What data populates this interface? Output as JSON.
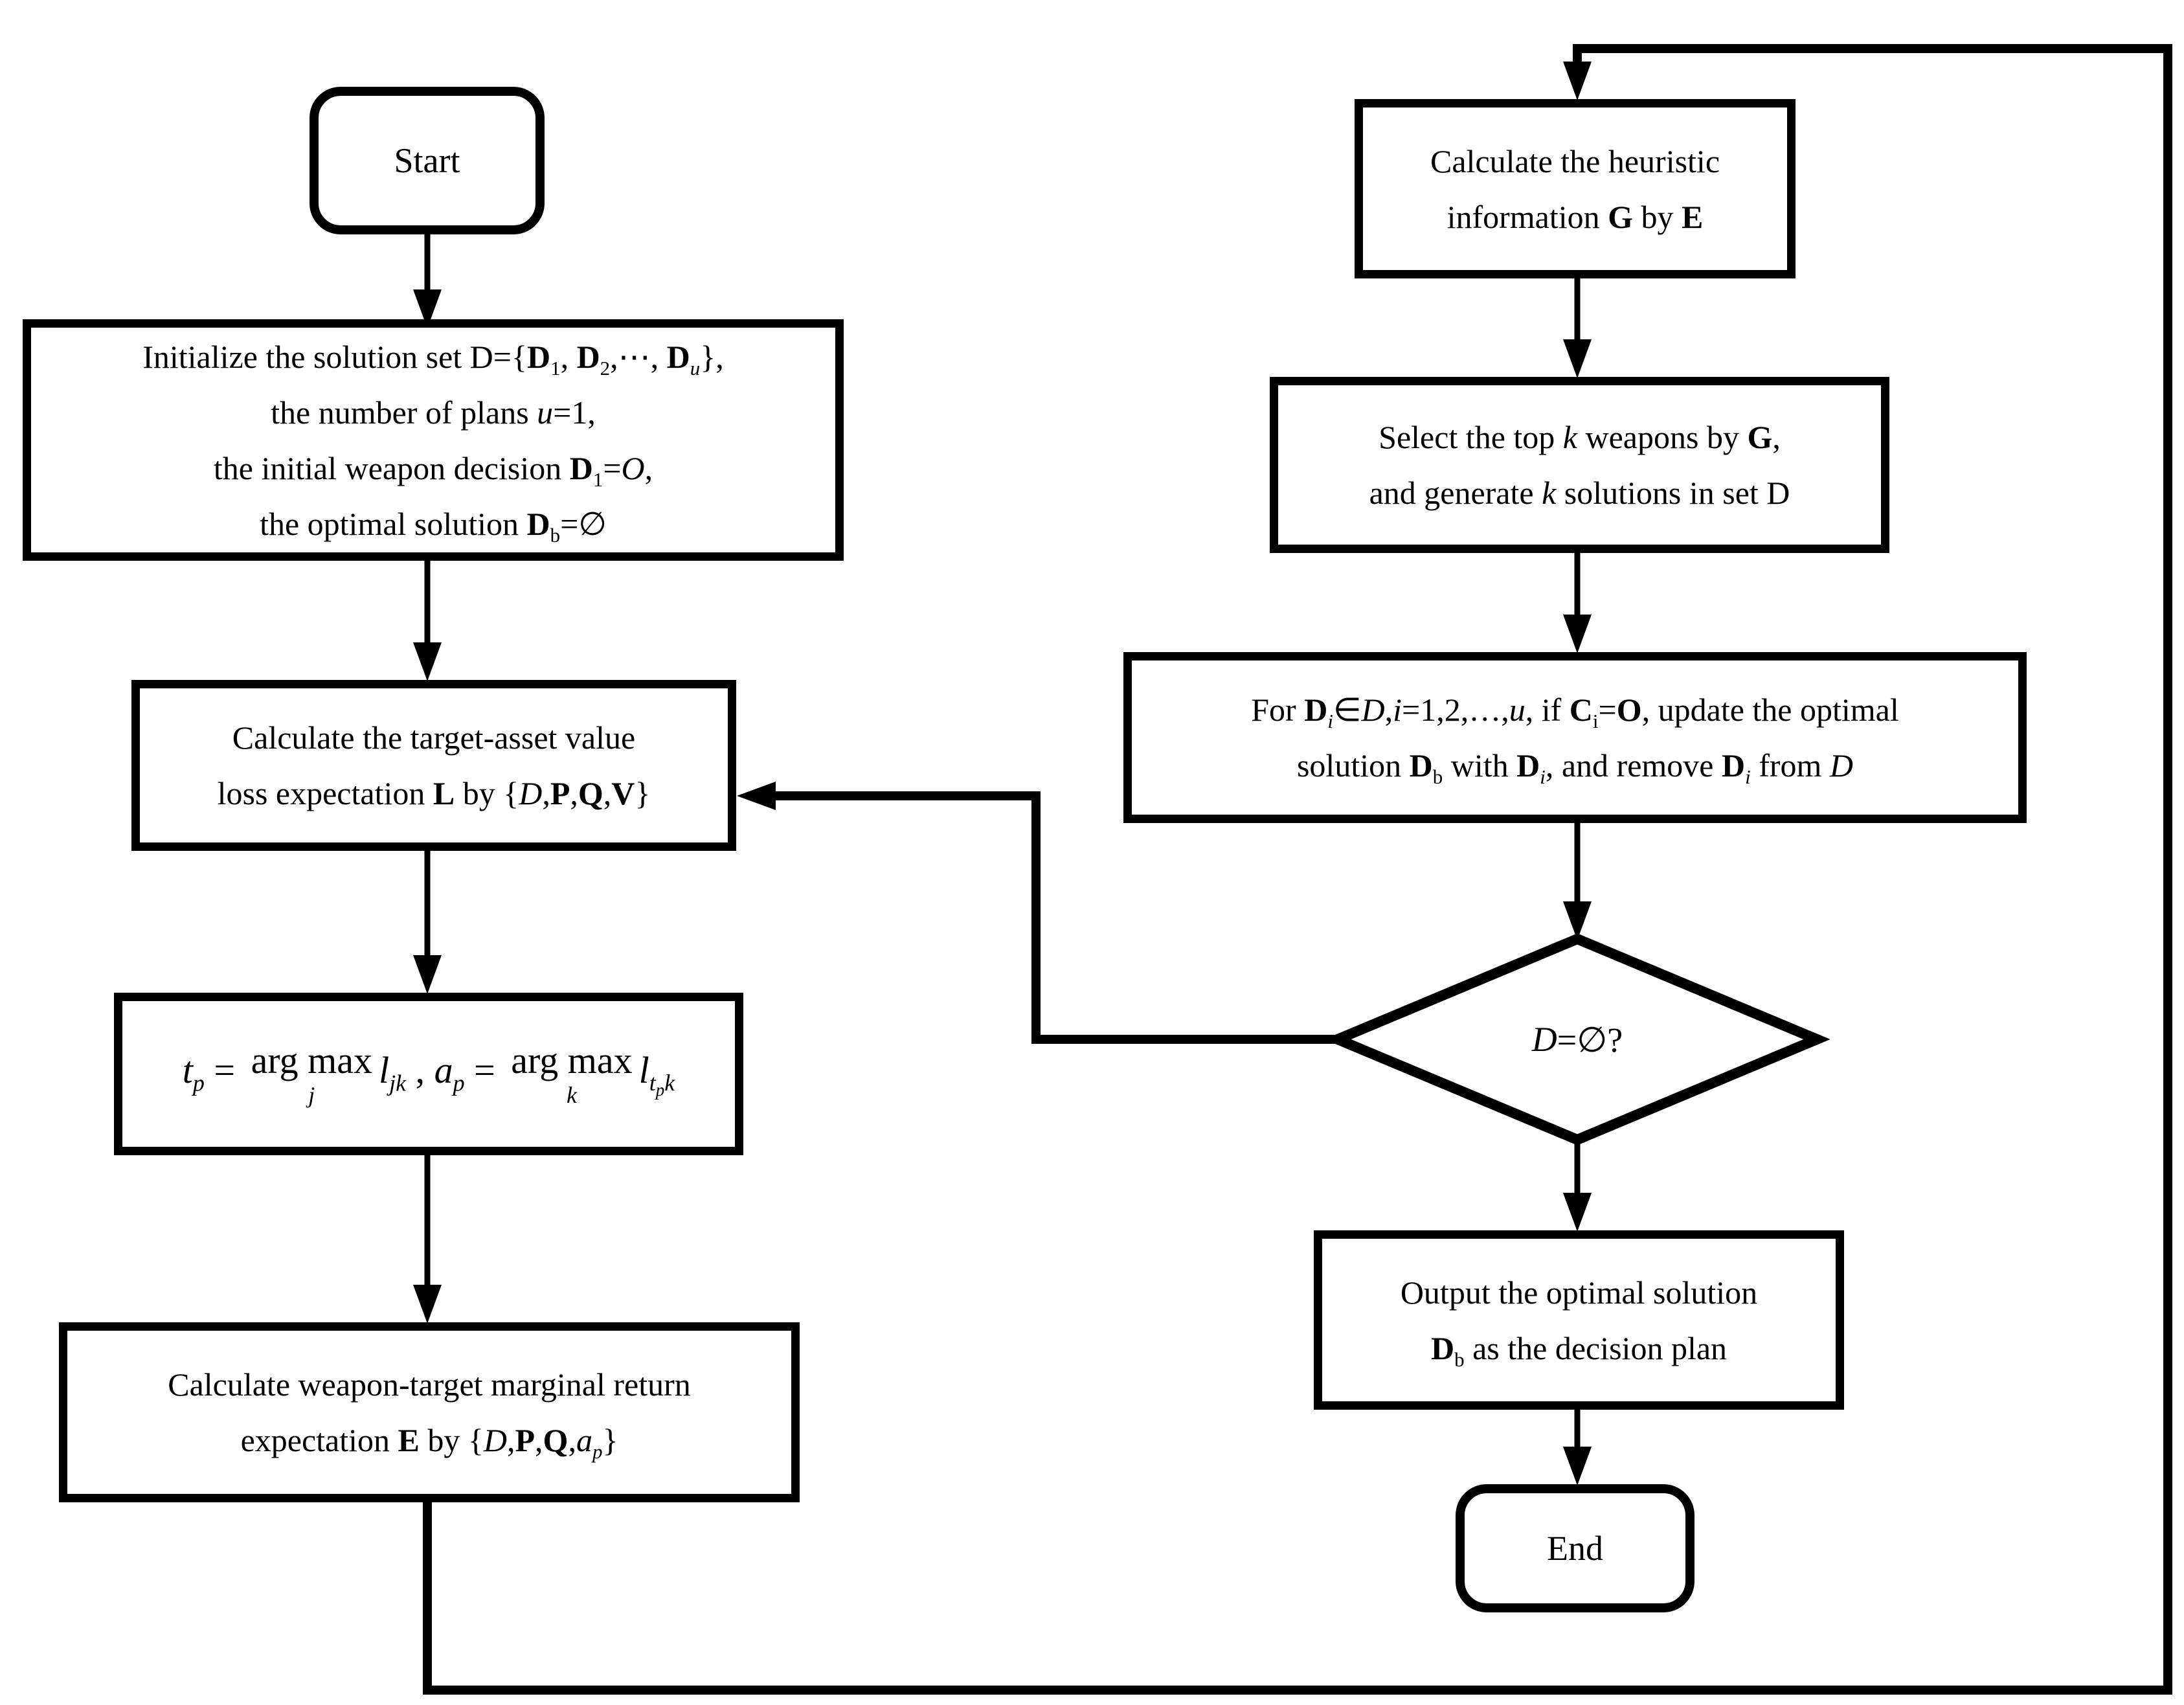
{
  "nodes": {
    "start": {
      "label": "Start"
    },
    "init": {
      "lines": [
        "Initialize the solution set D={<b>D</b><sub>1</sub>, <b>D</b><sub>2</sub>,⋯, <b>D</b><sub><i>u</i></sub>},",
        "the number of plans <i>u</i>=1,",
        "the initial weapon decision <b>D</b><sub>1</sub>=<i>O</i>,",
        "the optimal solution <b>D</b><sub>b</sub>=∅"
      ]
    },
    "target_asset": {
      "lines": [
        "Calculate the target-asset  value",
        "loss expectation <b>L</b> by {<i>D</i>,<b>P</b>,<b>Q</b>,<b>V</b>}"
      ]
    },
    "formula": {
      "line": "<i>t</i><sub><i>p</i></sub> = <span class='am'><span>arg max</span><span class='amu'><i>j</i></span></span><i>l</i><sub><i>jk</i></sub> , <i>a</i><sub><i>p</i></sub> = <span class='am'><span>arg max</span><span class='amu'><i>k</i></span></span><i>l</i><sub><i>t</i><sub><i>p</i></sub><i>k</i></sub>"
    },
    "marginal_return": {
      "lines": [
        "Calculate weapon-target  marginal  return",
        "expectation <b>E</b> by {<i>D</i>,<b>P</b>,<b>Q</b>,<i>a</i><sub><i>p</i></sub>}"
      ]
    },
    "heuristic": {
      "lines": [
        "Calculate the heuristic",
        "information <b>G</b> by <b>E</b>"
      ]
    },
    "select_weapons": {
      "lines": [
        "Select the top <i>k</i> weapons  by <b>G</b>,",
        "and generate  <i>k</i> solutions in set D"
      ]
    },
    "update_optimal": {
      "lines": [
        "For <b>D</b><sub><i>i</i></sub>∈<i>D</i>,<i>i</i>=1,2,…,<i>u</i>, if <b>C</b><sub>i</sub>=<b>O</b>, update the optimal",
        "solution <b>D</b><sub>b</sub> with <b>D</b><sub><i>i</i></sub>, and remove <b>D</b><sub><i>i</i></sub> from <i>D</i>"
      ]
    },
    "decision": {
      "label": "<i>D</i>=∅?"
    },
    "output": {
      "lines": [
        "Output the optimal solution",
        "<b>D</b><sub>b</sub> as the decision plan"
      ]
    },
    "end": {
      "label": "End"
    }
  },
  "colors": {
    "line": "#000000",
    "background": "#ffffff"
  }
}
